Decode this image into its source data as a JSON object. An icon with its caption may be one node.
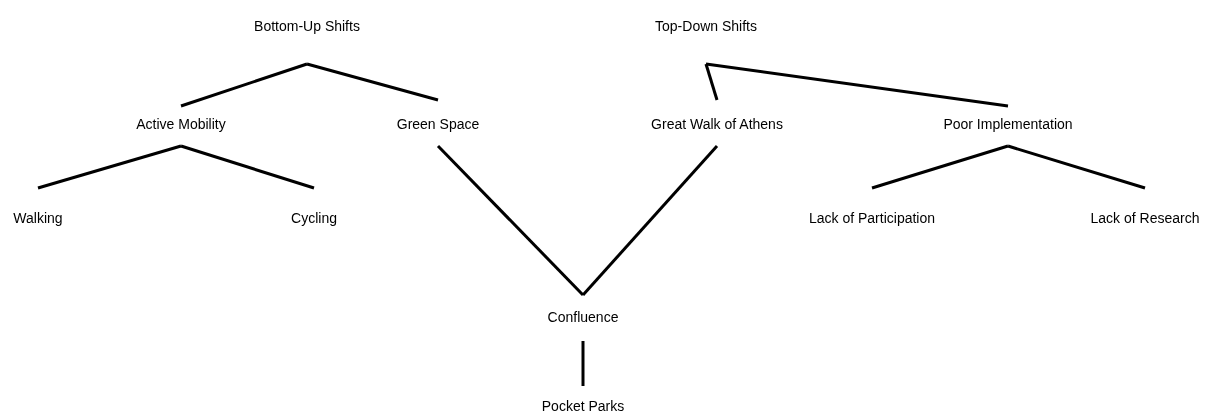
{
  "diagram": {
    "nodes": [
      {
        "text": [
          "Bottom-Up Shifts"
        ]
      },
      {
        "text": [
          "Active Mobility"
        ]
      },
      {
        "text": [
          "Green Space"
        ]
      },
      {
        "text": [
          "Walking"
        ]
      },
      {
        "text": [
          "Cycling"
        ]
      },
      {
        "text": [
          "Top-Down Shifts"
        ]
      },
      {
        "text": [
          "Great Walk of Athens"
        ]
      },
      {
        "text": [
          "Poor Implementation"
        ]
      },
      {
        "text": [
          "Lack of Participation"
        ]
      },
      {
        "text": [
          "Lack of Research"
        ]
      },
      {
        "text": [
          "Confluence"
        ]
      },
      {
        "text": [
          "Pocket Parks"
        ]
      }
    ],
    "edges": [
      {
        "from": 0,
        "to": 1,
        "arrow": "none"
      },
      {
        "from": 0,
        "to": 2,
        "arrow": "none"
      },
      {
        "from": 1,
        "to": 3,
        "arrow": "none"
      },
      {
        "from": 1,
        "to": 4,
        "arrow": "none"
      },
      {
        "from": 5,
        "to": 6,
        "arrow": "none"
      },
      {
        "from": 5,
        "to": 7,
        "arrow": "none"
      },
      {
        "from": 7,
        "to": 8,
        "arrow": "none"
      },
      {
        "from": 7,
        "to": 9,
        "arrow": "none"
      },
      {
        "from": 2,
        "to": 10,
        "arrow": "none"
      },
      {
        "from": 6,
        "to": 10,
        "arrow": "none"
      },
      {
        "from": 10,
        "to": 11,
        "arrow": "none"
      }
    ]
  }
}
